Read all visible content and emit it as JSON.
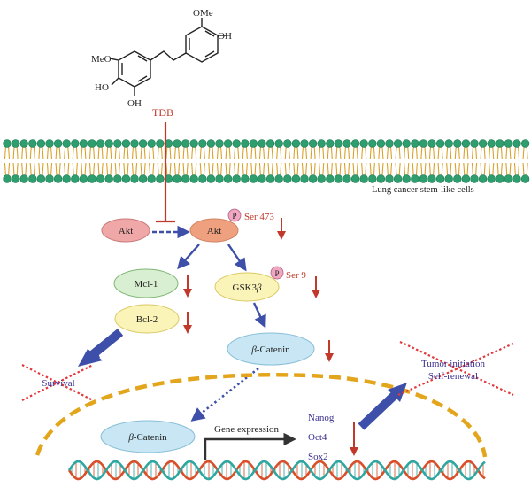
{
  "molecule": {
    "substituents": {
      "ome_top": "OMe",
      "oh_right": "OH",
      "ome_left": "MeO",
      "oh_left": "HO",
      "oh_bottom": "OH"
    },
    "label": "TDB"
  },
  "membrane": {
    "label": "Lung cancer stem-like cells"
  },
  "nodes": {
    "akt_inactive": "Akt",
    "akt_active": "Akt",
    "mcl1": "Mcl-1",
    "bcl2": "Bcl-2",
    "gsk3b_prefix": "GSK3",
    "gsk3b_suffix": "β",
    "bcatenin_cyto_prefix": "β",
    "bcatenin_cyto_suffix": "-Catenin",
    "bcatenin_nuc_prefix": "β",
    "bcatenin_nuc_suffix": "-Catenin"
  },
  "phospho": {
    "p_symbol": "P",
    "akt_site": "Ser 473",
    "gsk_site": "Ser 9"
  },
  "outcomes": {
    "survival": "Survival",
    "tumor_initiation": "Tumor initiation",
    "self_renewal": "Self-renewal"
  },
  "nucleus": {
    "gene_expression": "Gene expression",
    "genes": [
      "Nanog",
      "Oct4",
      "Sox2"
    ]
  },
  "colors": {
    "inhibit_red": "#c0392b",
    "arrow_blue": "#3d4fa8",
    "membrane_head": "#2e9e6e",
    "membrane_tail": "#d9a22e",
    "nucleus_dash": "#e3a51c",
    "dna_red": "#d94f2a",
    "dna_teal": "#2fa7a0",
    "label_purple": "#3a2f8f",
    "cross_red": "#e0393b"
  }
}
